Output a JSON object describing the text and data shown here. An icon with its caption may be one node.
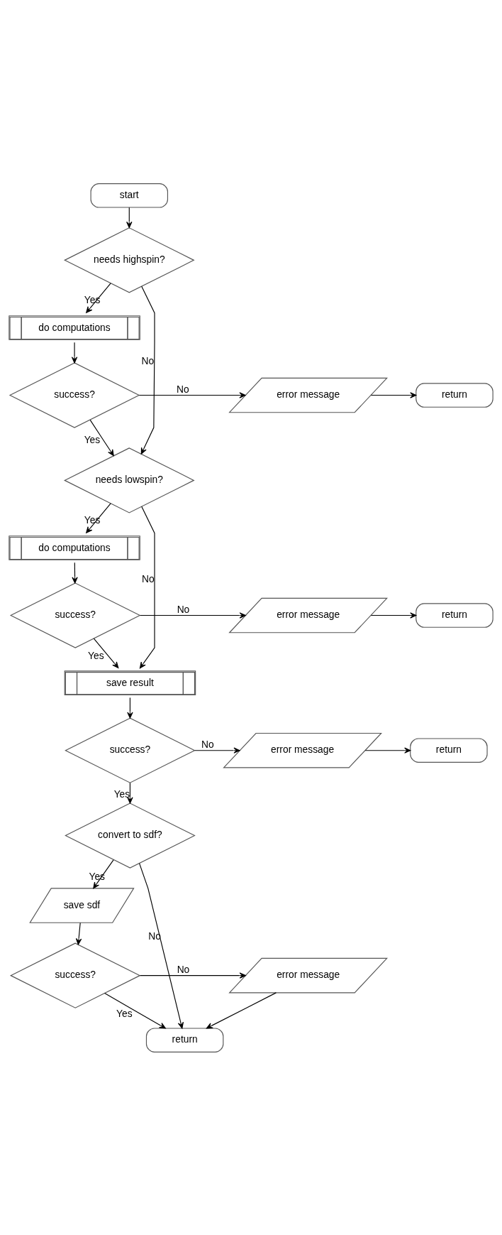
{
  "diagram": {
    "nodes": [
      {
        "text": [
          "start"
        ]
      },
      {
        "text": [
          "needs highspin?"
        ]
      },
      {
        "text": [
          "do computations"
        ]
      },
      {
        "text": [
          "success?"
        ]
      },
      {
        "text": [
          "error message"
        ]
      },
      {
        "text": [
          "return"
        ]
      },
      {
        "text": [
          "needs lowspin?"
        ]
      },
      {
        "text": [
          "do computations"
        ]
      },
      {
        "text": [
          "success?"
        ]
      },
      {
        "text": [
          "error message"
        ]
      },
      {
        "text": [
          "return"
        ]
      },
      {
        "text": [
          "save result"
        ]
      },
      {
        "text": [
          "success?"
        ]
      },
      {
        "text": [
          "error message"
        ]
      },
      {
        "text": [
          "return"
        ]
      },
      {
        "text": [
          "convert to sdf?"
        ]
      },
      {
        "text": [
          "save sdf"
        ]
      },
      {
        "text": [
          "success?"
        ]
      },
      {
        "text": [
          "error message"
        ]
      },
      {
        "text": [
          "return"
        ]
      }
    ],
    "edges": [
      {
        "from": 0,
        "to": 1,
        "arrow": "to"
      },
      {
        "from": 1,
        "to": 2,
        "arrow": "to",
        "label": "Yes"
      },
      {
        "from": 2,
        "to": 3,
        "arrow": "to"
      },
      {
        "from": 3,
        "to": 4,
        "arrow": "to",
        "label": "No"
      },
      {
        "from": 4,
        "to": 5,
        "arrow": "to"
      },
      {
        "from": 3,
        "to": 6,
        "arrow": "to",
        "label": "Yes"
      },
      {
        "from": 1,
        "to": 6,
        "arrow": "to",
        "label": "No"
      },
      {
        "from": 6,
        "to": 7,
        "arrow": "to",
        "label": "Yes"
      },
      {
        "from": 7,
        "to": 8,
        "arrow": "to"
      },
      {
        "from": 8,
        "to": 9,
        "arrow": "to",
        "label": "No"
      },
      {
        "from": 9,
        "to": 10,
        "arrow": "to"
      },
      {
        "from": 8,
        "to": 11,
        "arrow": "to",
        "label": "Yes"
      },
      {
        "from": 6,
        "to": 11,
        "arrow": "to",
        "label": "No"
      },
      {
        "from": 11,
        "to": 12,
        "arrow": "to"
      },
      {
        "from": 12,
        "to": 13,
        "arrow": "to",
        "label": "No"
      },
      {
        "from": 13,
        "to": 14,
        "arrow": "to"
      },
      {
        "from": 12,
        "to": 15,
        "arrow": "to",
        "label": "Yes"
      },
      {
        "from": 15,
        "to": 16,
        "arrow": "to",
        "label": "Yes"
      },
      {
        "from": 16,
        "to": 17,
        "arrow": "to"
      },
      {
        "from": 17,
        "to": 18,
        "arrow": "to",
        "label": "No"
      },
      {
        "from": 17,
        "to": 19,
        "arrow": "to",
        "label": "Yes"
      },
      {
        "from": 15,
        "to": 19,
        "arrow": "to",
        "label": "No"
      },
      {
        "from": 18,
        "to": 19,
        "arrow": "to"
      }
    ]
  }
}
